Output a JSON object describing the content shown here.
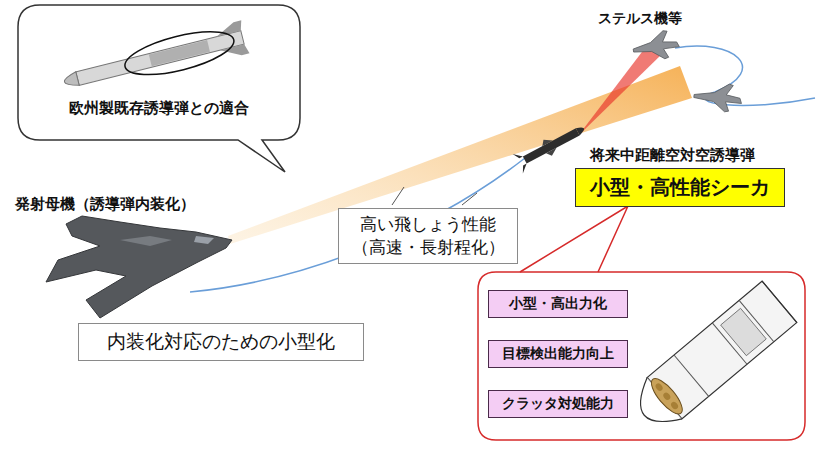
{
  "diagram": {
    "nodes": [
      {
        "text": [
          "欧州製既存誘導弾との適合"
        ]
      },
      {
        "text": [
          "高い飛しょう性能 （高速・長射程化）"
        ]
      },
      {
        "text": [
          "小型・高性能シーカ"
        ]
      },
      {
        "text": [
          "内装化対応のための小型化"
        ]
      },
      {
        "text": [
          "小型・高出力化"
        ]
      },
      {
        "text": [
          "目標検出能力向上"
        ]
      },
      {
        "text": [
          "クラッタ対処能力"
        ]
      }
    ],
    "labels": [
      "ステルス機等",
      "将来中距離空対空誘導弾",
      "発射母機（誘導弾内装化）"
    ]
  }
}
